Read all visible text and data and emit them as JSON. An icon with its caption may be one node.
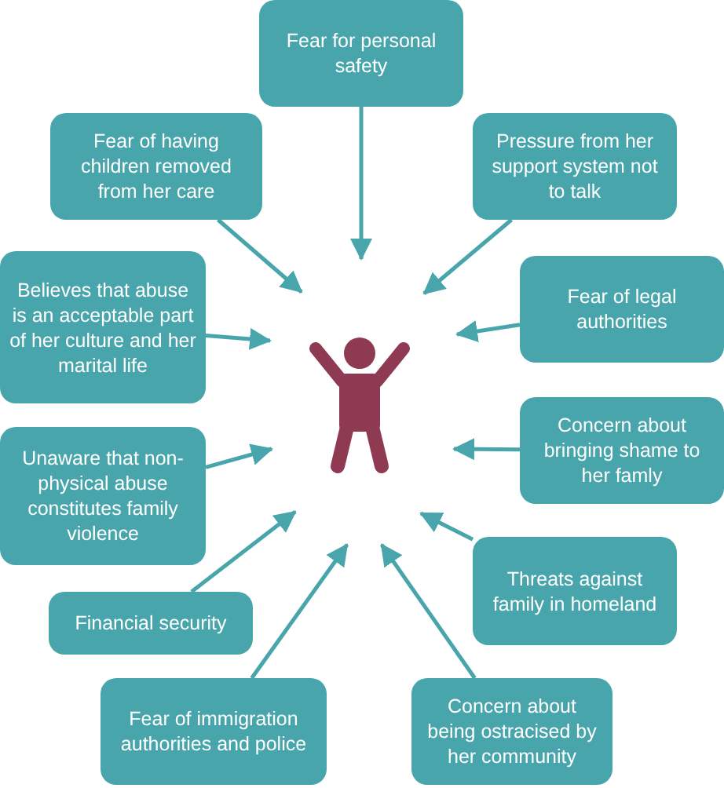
{
  "diagram": {
    "nodes": [
      {
        "text": [
          "Fear for personal safety"
        ]
      },
      {
        "text": [
          "Fear of having children removed from her care"
        ]
      },
      {
        "text": [
          "Pressure from her support system not to talk"
        ]
      },
      {
        "text": [
          "Believes that abuse is an acceptable part of her culture and her marital life"
        ]
      },
      {
        "text": [
          "Fear of legal authorities"
        ]
      },
      {
        "text": [
          "Concern about bringing shame to her famly"
        ]
      },
      {
        "text": [
          "Unaware that non-physical abuse constitutes family violence"
        ]
      },
      {
        "text": [
          "Threats against family in homeland"
        ]
      },
      {
        "text": [
          "Financial security"
        ]
      },
      {
        "text": [
          "Fear of immigration authorities and police"
        ]
      },
      {
        "text": [
          "Concern about being ostracised by her community"
        ]
      }
    ],
    "edges": [
      {
        "from": 0,
        "to": null,
        "arrow": "to"
      },
      {
        "from": 1,
        "to": null,
        "arrow": "to"
      },
      {
        "from": 2,
        "to": null,
        "arrow": "to"
      },
      {
        "from": 3,
        "to": null,
        "arrow": "to"
      },
      {
        "from": 4,
        "to": null,
        "arrow": "to"
      },
      {
        "from": 5,
        "to": null,
        "arrow": "to"
      },
      {
        "from": 6,
        "to": null,
        "arrow": "to"
      },
      {
        "from": 7,
        "to": null,
        "arrow": "to"
      },
      {
        "from": 8,
        "to": null,
        "arrow": "to"
      },
      {
        "from": 9,
        "to": null,
        "arrow": "to"
      },
      {
        "from": 10,
        "to": null,
        "arrow": "to"
      }
    ]
  }
}
